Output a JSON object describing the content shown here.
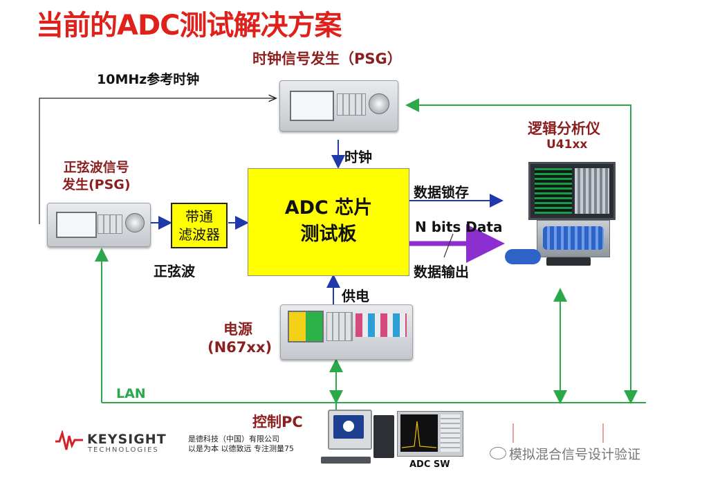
{
  "title": "当前的ADC测试解决方案",
  "clock_psg_label": "时钟信号发生（PSG）",
  "ref_clock_label": "10MHz参考时钟",
  "sine_psg_label_line1": "正弦波信号",
  "sine_psg_label_line2": "发生(PSG)",
  "logic_analyzer_label": "逻辑分析仪",
  "logic_analyzer_model": "U41xx",
  "clock_arrow_label": "时钟",
  "filter_line1": "带通",
  "filter_line2": "滤波器",
  "sine_wave_label": "正弦波",
  "chip_line1": "ADC 芯片",
  "chip_line2": "测试板",
  "data_latch_label": "数据锁存",
  "n_bits_label": "N bits Data",
  "data_out_label": "数据输出",
  "power_arrow_label": "供电",
  "power_supply_line1": "电源",
  "power_supply_line2": "(N67xx)",
  "lan_label": "LAN",
  "control_pc_label": "控制PC",
  "adc_sw_label": "ADC SW",
  "keysight_brand": "KEYSIGHT",
  "keysight_sub": "TECHNOLOGIES",
  "company_line1": "是德科技（中国）有限公司",
  "company_line2": "以是为本 以德致远 专注测量75",
  "watermark": "模拟混合信号设计验证",
  "colors": {
    "title": "#e0201b",
    "chip": "#ffff00",
    "lan": "#2aa84a",
    "arrow_blue": "#1f3aa8",
    "arrow_purple": "#8b2fd0",
    "label_dark_red": "#8b1e1e"
  }
}
